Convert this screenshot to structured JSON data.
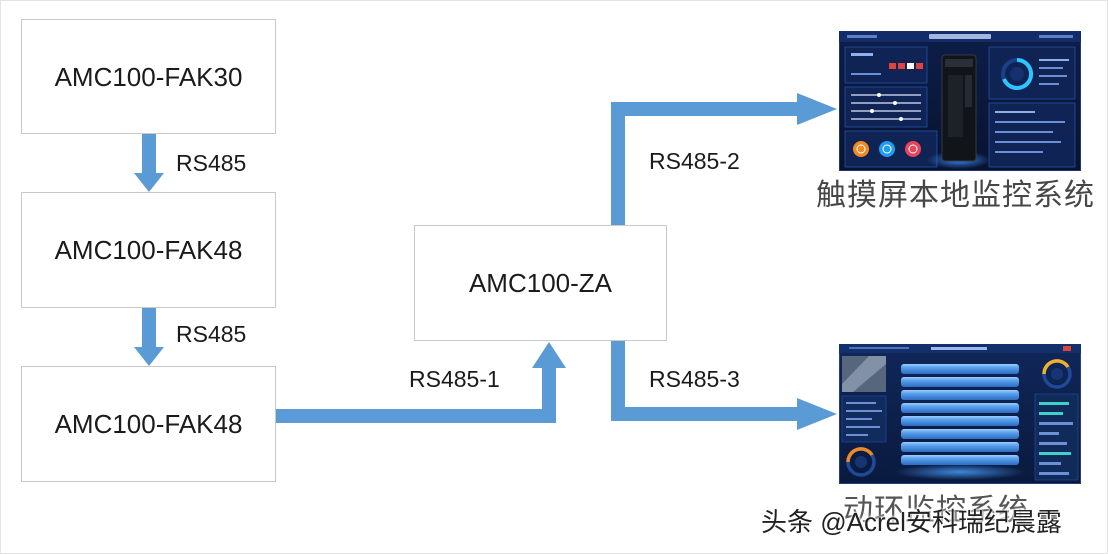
{
  "nodes": {
    "fak30": {
      "label": "AMC100-FAK30"
    },
    "fak48_upper": {
      "label": "AMC100-FAK48"
    },
    "fak48_lower": {
      "label": "AMC100-FAK48"
    },
    "za": {
      "label": "AMC100-ZA"
    }
  },
  "links": {
    "fak30_to_fak48_upper": {
      "label": "RS485"
    },
    "fak48_upper_to_fak48_lower": {
      "label": "RS485"
    },
    "fak48_lower_to_za": {
      "label": "RS485-1"
    },
    "za_to_touchscreen": {
      "label": "RS485-2"
    },
    "za_to_env_monitor": {
      "label": "RS485-3"
    }
  },
  "systems": {
    "touchscreen": {
      "label": "触摸屏本地监控系统"
    },
    "env_monitor": {
      "label": "动环监控系统"
    }
  },
  "watermark": "头条 @Acrel安科瑞纪晨露",
  "colors": {
    "connector": "#5b9bd5",
    "node_border": "#c9c9c9"
  }
}
